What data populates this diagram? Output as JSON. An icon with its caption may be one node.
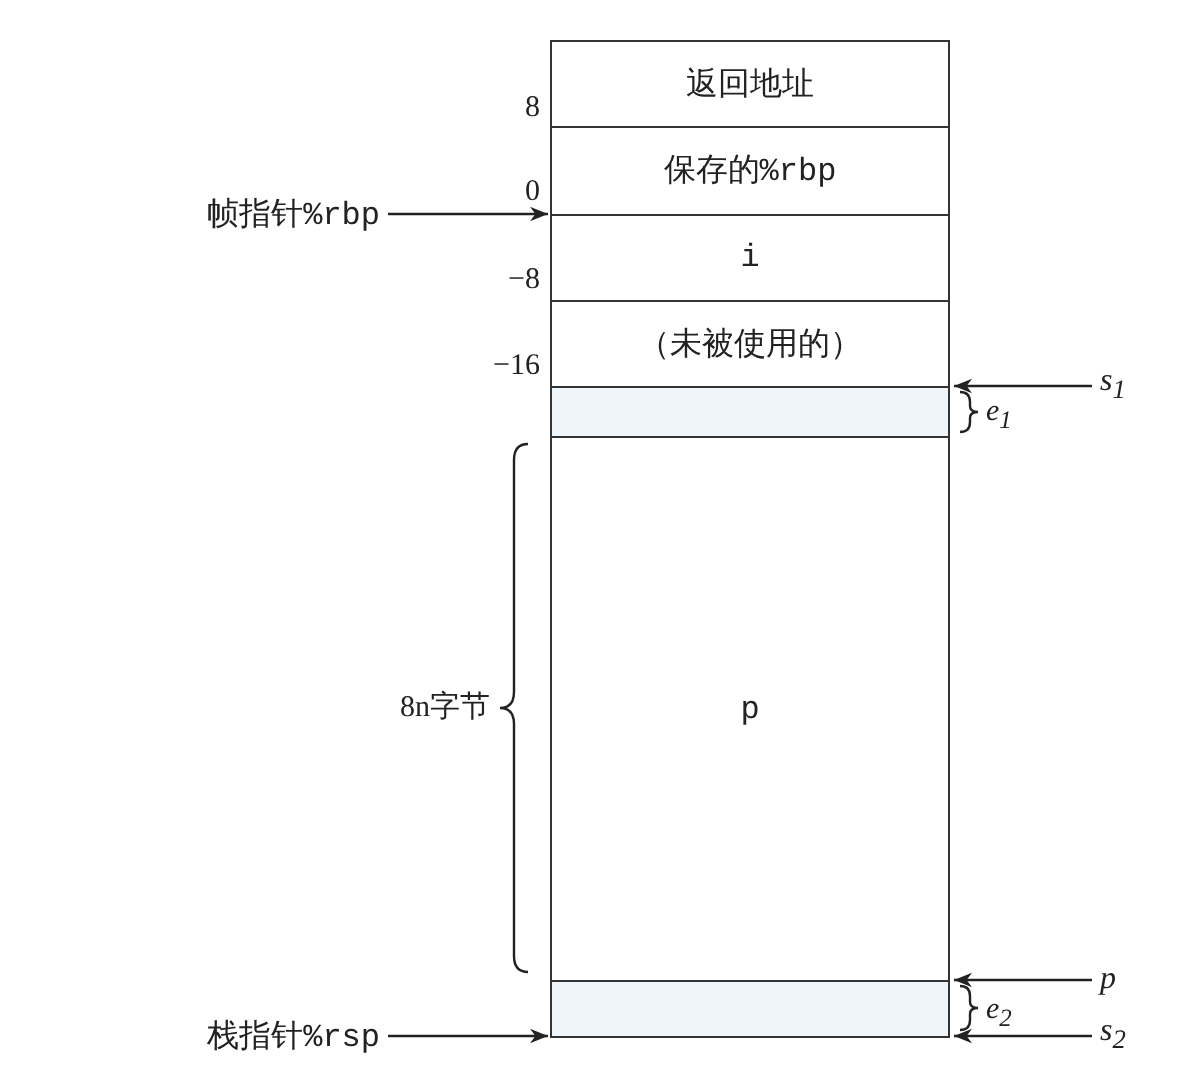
{
  "diagram": {
    "nodes": [
      {
        "text": [
          "返回地址"
        ]
      },
      {
        "text": [
          "保存的%rbp"
        ]
      },
      {
        "text": [
          "i"
        ]
      },
      {
        "text": [
          "（未被使用的）"
        ]
      },
      {
        "text": [],
        "shape": "box"
      },
      {
        "text": [
          "p"
        ]
      },
      {
        "text": [],
        "shape": "box"
      },
      {
        "text": [
          "帧指针%rbp"
        ]
      },
      {
        "text": [
          "栈指针%rsp"
        ]
      },
      {
        "text": [
          "s$_{1}$"
        ]
      },
      {
        "text": [
          "p"
        ]
      },
      {
        "text": [
          "s$_{2}$"
        ]
      }
    ],
    "edges": [
      {
        "from": 7,
        "to": 2,
        "arrow": "to"
      },
      {
        "from": 9,
        "to": 4,
        "arrow": "to"
      },
      {
        "from": 10,
        "to": 6,
        "arrow": "to"
      },
      {
        "from": 11,
        "to": 6,
        "arrow": "to"
      },
      {
        "from": 8,
        "to": 6,
        "arrow": "to"
      }
    ],
    "labels": [
      "8",
      "0",
      "−8",
      "−16",
      "e$_{1}$",
      "8n字节",
      "e$_{2}$"
    ]
  }
}
